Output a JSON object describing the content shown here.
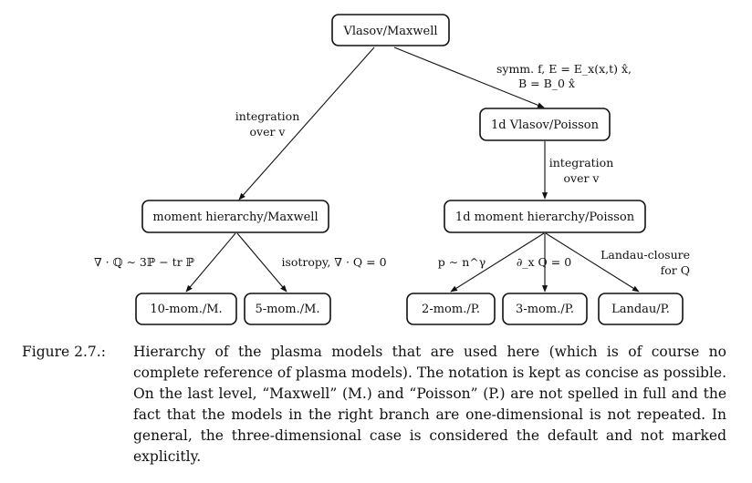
{
  "nodes": {
    "root": "Vlasov/Maxwell",
    "vp1d": "1d Vlasov/Poisson",
    "moment": "moment hierarchy/Maxwell",
    "moment1d": "1d moment hierarchy/Poisson",
    "mom10": "10-mom./M.",
    "mom5": "5-mom./M.",
    "mom2p": "2-mom./P.",
    "mom3p": "3-mom./P.",
    "landau": "Landau/P."
  },
  "edge_labels": {
    "root_to_moment": [
      "integration",
      "over v"
    ],
    "root_to_vp1d": [
      "symm. f, E = E_x(x,t) x̂,",
      "B = B_0 x̂"
    ],
    "vp1d_to_moment1d": [
      "integration",
      "over v"
    ],
    "moment_to_mom10": "∇ · ℚ ∼ 3ℙ − tr ℙ",
    "moment_to_mom5": "isotropy, ∇ · Q = 0",
    "moment1d_to_mom2p": "p ∼ n^γ",
    "moment1d_to_mom3p": "∂_x Q = 0",
    "moment1d_to_landau": [
      "Landau-closure",
      "for Q"
    ]
  },
  "caption": {
    "label": "Figure 2.7.:",
    "text": "Hierarchy of the plasma models that are used here (which is of course no complete reference of plasma models). The notation is kept as concise as possible. On the last level, “Maxwell” (M.) and “Poisson” (P.) are not spelled in full and the fact that the models in the right branch are one-dimensional is not repeated. In general, the three-dimensional case is considered the default and not marked explicitly."
  }
}
